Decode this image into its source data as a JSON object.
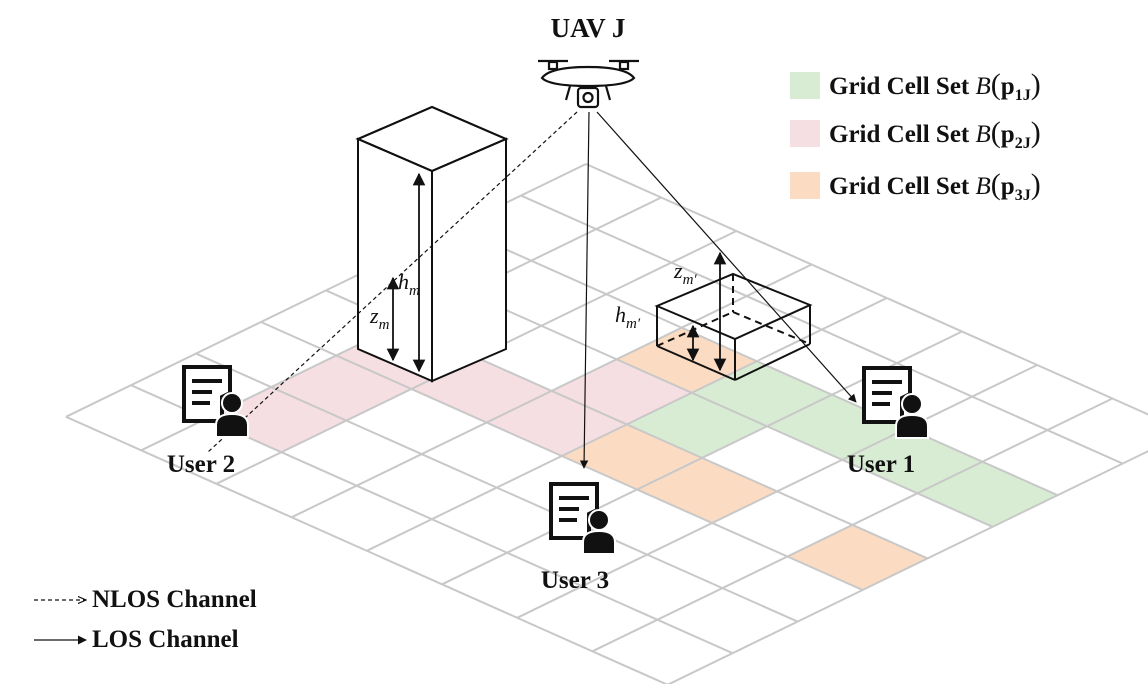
{
  "uav": {
    "label": "UAV J"
  },
  "legend": [
    {
      "prefix": "Grid Cell Set ",
      "script": "B",
      "var": "p",
      "sub": "1J",
      "color": "#d8ecd3"
    },
    {
      "prefix": "Grid Cell Set ",
      "script": "B",
      "var": "p",
      "sub": "2J",
      "color": "#f6dfe2"
    },
    {
      "prefix": "Grid Cell Set ",
      "script": "B",
      "var": "p",
      "sub": "3J",
      "color": "#fbdcc2"
    }
  ],
  "users": [
    {
      "label": "User 1"
    },
    {
      "label": "User 2"
    },
    {
      "label": "User 3"
    }
  ],
  "building_tall": {
    "height_label": "h",
    "height_sub": "m",
    "z_label": "z",
    "z_sub": "m"
  },
  "building_short": {
    "height_label": "h",
    "height_sub": "m′",
    "z_label": "z",
    "z_sub": "m′"
  },
  "channels": [
    {
      "label": "NLOS Channel",
      "style": "dashed"
    },
    {
      "label": "LOS Channel",
      "style": "solid"
    }
  ],
  "grid": {
    "size": 8,
    "line_color": "#c8c8c8"
  },
  "cells": {
    "green": [
      [
        4,
        2
      ],
      [
        5,
        2
      ],
      [
        6,
        2
      ],
      [
        7,
        2
      ],
      [
        4,
        3
      ]
    ],
    "pink": [
      [
        1,
        6
      ],
      [
        1,
        5
      ],
      [
        1,
        4
      ],
      [
        2,
        4
      ],
      [
        3,
        4
      ],
      [
        3,
        3
      ]
    ],
    "orange": [
      [
        3,
        2
      ],
      [
        4,
        4
      ],
      [
        5,
        4
      ],
      [
        7,
        4
      ]
    ]
  }
}
